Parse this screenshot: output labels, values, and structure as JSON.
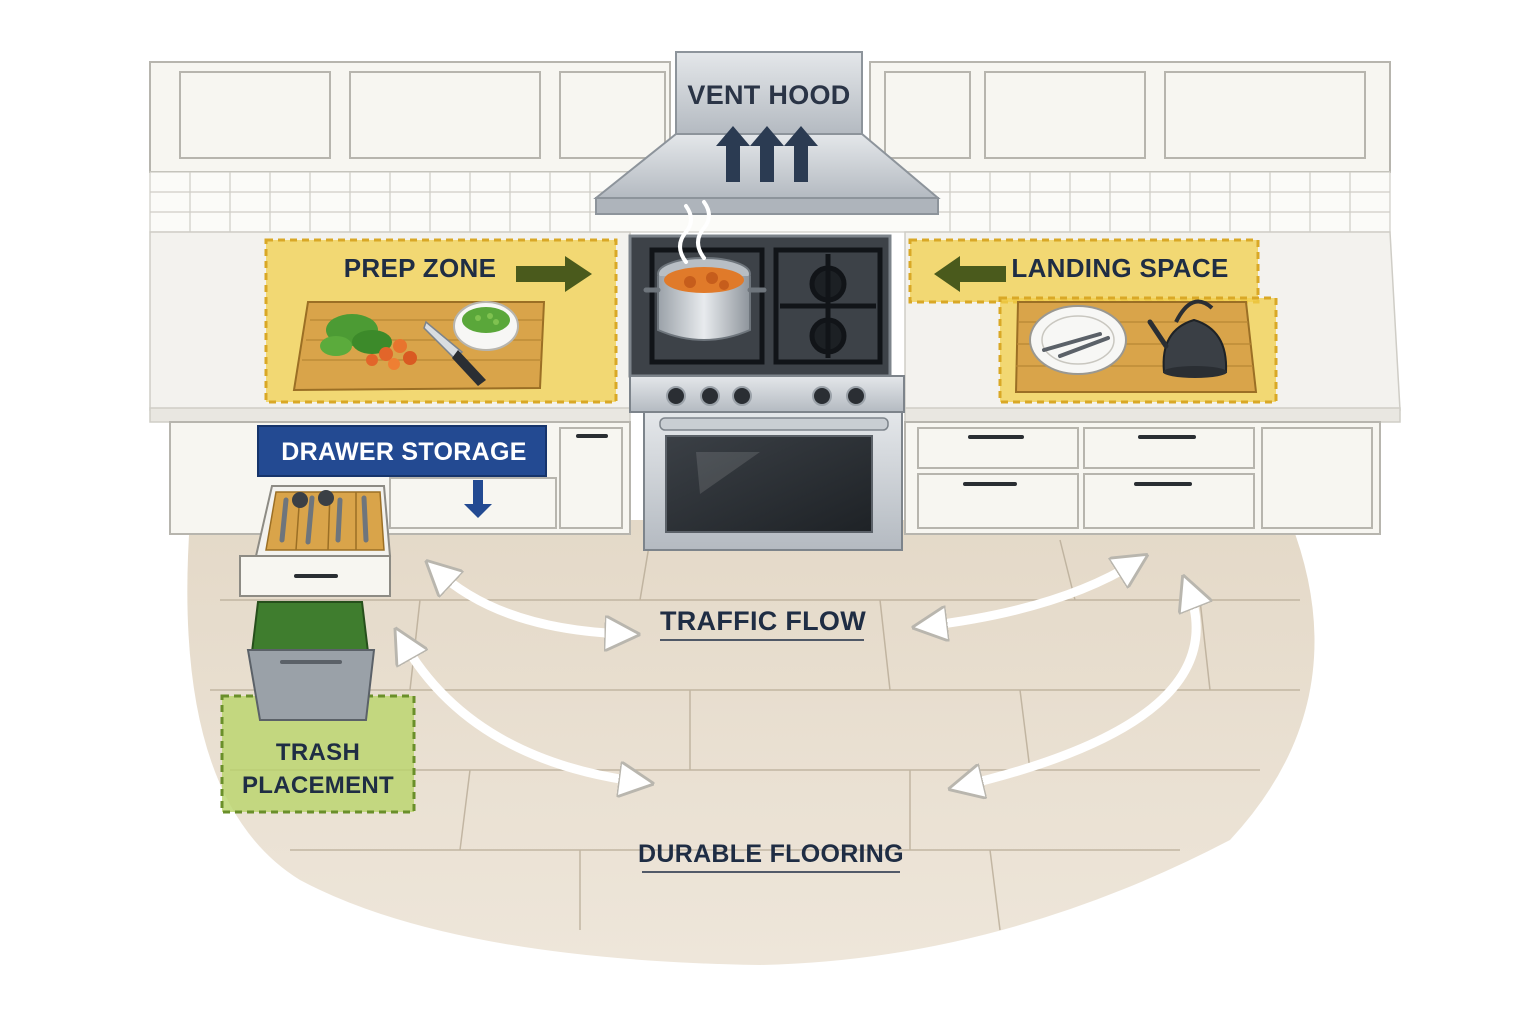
{
  "labels": {
    "vent_hood": "VENT HOOD",
    "prep_zone": "PREP ZONE",
    "landing_space": "LANDING SPACE",
    "drawer_storage": "DRAWER STORAGE",
    "traffic_flow": "TRAFFIC FLOW",
    "trash_line1": "TRASH",
    "trash_line2": "PLACEMENT",
    "durable_flooring": "DURABLE FLOORING"
  },
  "colors": {
    "zone_yellow": "#f1cf4a",
    "zone_green": "#b9d46a",
    "drawer_banner": "#234a92",
    "arrow_dark_green": "#4a5a1c",
    "stainless": "#c5cad0",
    "cabinet_white": "#f7f6f1",
    "countertop": "#f3f2ee",
    "cutting_board": "#d9a44a",
    "floor_tile": "#ddd0bd",
    "text_navy": "#1f2d44",
    "stew_orange": "#e07a2a",
    "trash_bin_green": "#3f7d2e"
  },
  "icons": [
    "vent-up-arrow-icon",
    "steam-icon",
    "right-arrow-icon",
    "left-arrow-icon",
    "down-arrow-icon",
    "double-headed-arrow-icon",
    "kettle-icon",
    "knife-icon",
    "pot-icon",
    "plate-icon",
    "trash-bin-icon"
  ]
}
